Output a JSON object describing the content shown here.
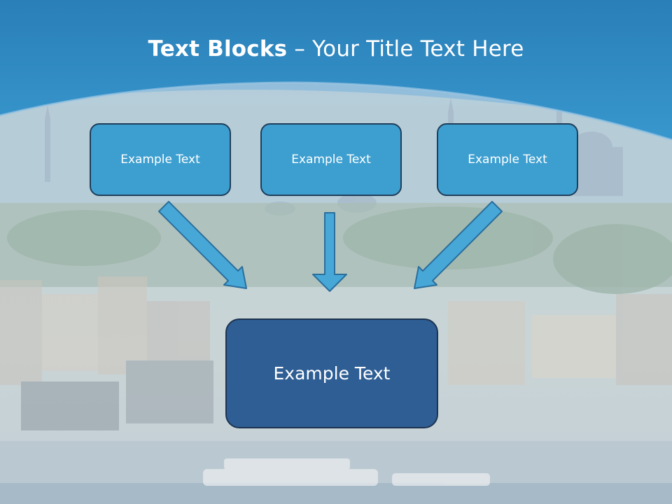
{
  "slide": {
    "title_bold": "Text Blocks",
    "title_rest": " – Your Title Text Here",
    "blocks": [
      "Example Text",
      "Example Text",
      "Example Text"
    ],
    "center_block": "Example Text"
  },
  "colors": {
    "header_blue": "#2f8ec6",
    "small_box_fill": "#3d9fd0",
    "center_box_fill": "#2e5e94",
    "arrow_fill": "#47a8d8"
  }
}
